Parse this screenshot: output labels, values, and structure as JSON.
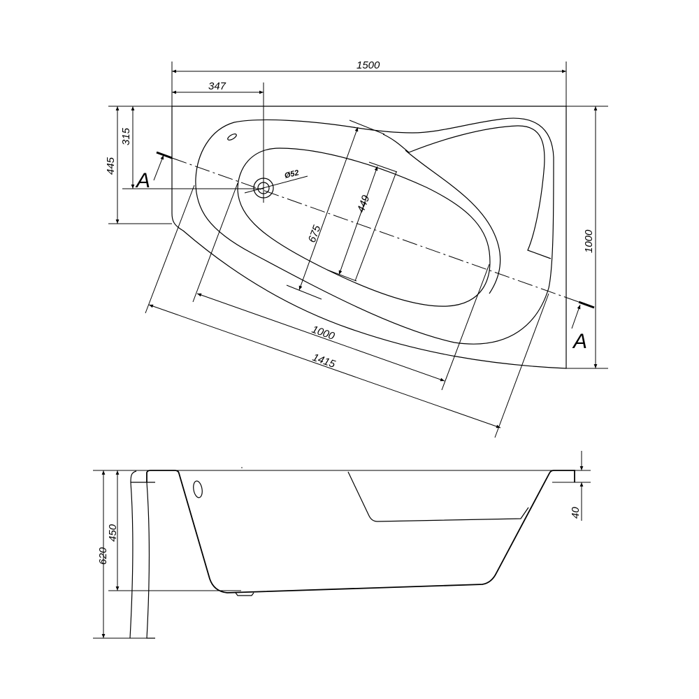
{
  "top_view": {
    "dim_width": "1500",
    "dim_drain_x": "347",
    "dim_445": "445",
    "dim_315": "315",
    "dim_height": "1000",
    "dim_drain_diameter": "Ø52",
    "dim_675": "675",
    "dim_449": "449",
    "dim_inner_length": "1000",
    "dim_outer_length": "1415",
    "section_label_left": "A",
    "section_label_right": "A"
  },
  "side_view": {
    "dim_620": "620",
    "dim_450": "450",
    "dim_40": "40"
  }
}
